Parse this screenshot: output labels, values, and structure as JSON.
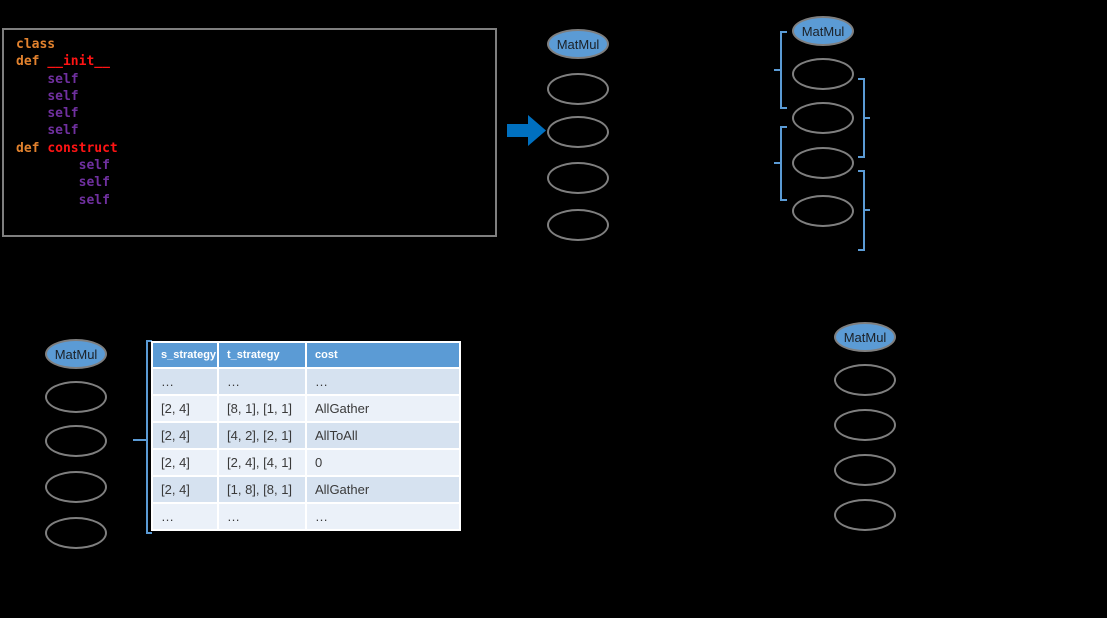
{
  "figure": {
    "description": "operator strategy propagation diagram",
    "background": "#000000"
  },
  "code_block": {
    "lines": [
      [
        {
          "t": "class",
          "c": "kw"
        }
      ],
      [
        {
          "t": "def ",
          "c": "kw"
        },
        {
          "t": "__init__",
          "c": "fn"
        }
      ],
      [
        {
          "t": "    ",
          "c": "sf"
        },
        {
          "t": "self",
          "c": "sf"
        }
      ],
      [
        {
          "t": "    ",
          "c": "sf"
        },
        {
          "t": "self",
          "c": "sf"
        }
      ],
      [
        {
          "t": "    ",
          "c": "sf"
        },
        {
          "t": "self",
          "c": "sf"
        }
      ],
      [
        {
          "t": "    ",
          "c": "sf"
        },
        {
          "t": "self",
          "c": "sf"
        }
      ],
      [
        {
          "t": "def ",
          "c": "kw"
        },
        {
          "t": "construct",
          "c": "fn"
        }
      ],
      [
        {
          "t": "        ",
          "c": "sf"
        },
        {
          "t": "self",
          "c": "sf"
        }
      ],
      [
        {
          "t": "        ",
          "c": "sf"
        },
        {
          "t": "self",
          "c": "sf"
        }
      ],
      [
        {
          "t": "        ",
          "c": "sf"
        },
        {
          "t": "self",
          "c": "sf"
        }
      ]
    ]
  },
  "flow_arrow": {
    "direction": "right",
    "color": "#0070C0"
  },
  "graphs": {
    "middle": {
      "op_label": "MatMul",
      "placeholder_nodes": 4
    },
    "top_right": {
      "op_label": "MatMul",
      "placeholder_nodes": 4
    },
    "bottom_left": {
      "op_label": "MatMul",
      "placeholder_nodes": 4
    },
    "bottom_right": {
      "op_label": "MatMul",
      "placeholder_nodes": 4
    }
  },
  "strategy_table": {
    "headers": [
      "s_strategy",
      "t_strategy",
      "cost"
    ],
    "rows": [
      [
        "…",
        "…",
        "…"
      ],
      [
        "[2, 4]",
        "[8, 1], [1, 1]",
        "AllGather"
      ],
      [
        "[2, 4]",
        "[4, 2], [2, 1]",
        "AllToAll"
      ],
      [
        "[2, 4]",
        "[2, 4], [4, 1]",
        "0"
      ],
      [
        "[2, 4]",
        "[1, 8], [8, 1]",
        "AllGather"
      ],
      [
        "…",
        "…",
        "…"
      ]
    ]
  },
  "colors": {
    "node_fill": "#5B9BD5",
    "node_border": "#7F7F7F",
    "bracket_blue": "#5B9BD5",
    "arrow_blue": "#0070C0",
    "table_header_bg": "#5B9BD5",
    "table_row_dark": "#D6E2F0",
    "table_row_light": "#EBF1F9",
    "code_keyword_orange": "#E2822E",
    "code_name_red": "#FF1414",
    "code_self_purple": "#7030A0"
  }
}
